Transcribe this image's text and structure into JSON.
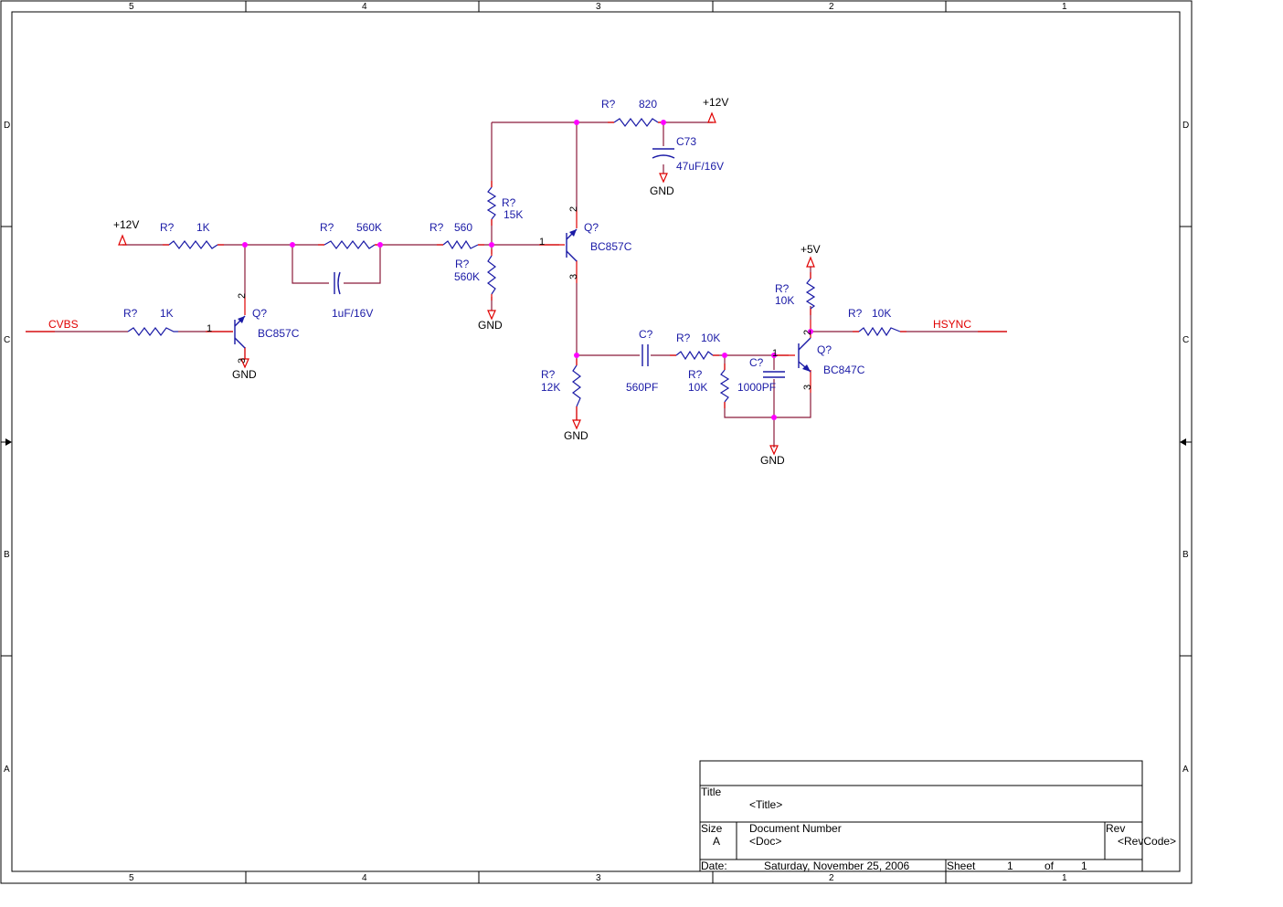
{
  "border": {
    "cols_top": [
      "5",
      "4",
      "3",
      "2",
      "1"
    ],
    "cols_bottom": [
      "5",
      "4",
      "3",
      "2",
      "1"
    ],
    "rows_left": [
      "D",
      "C",
      "B",
      "A"
    ],
    "rows_right": [
      "D",
      "C",
      "B",
      "A"
    ]
  },
  "nets": {
    "cvbs": "CVBS",
    "hsync": "HSYNC",
    "p12v_left": "+12V",
    "p12v_top": "+12V",
    "p5v": "+5V",
    "gnd1": "GND",
    "gnd2": "GND",
    "gnd3": "GND",
    "gnd4": "GND",
    "gnd5": "GND"
  },
  "components": {
    "r1": {
      "ref": "R?",
      "val": "1K"
    },
    "r2": {
      "ref": "R?",
      "val": "560K"
    },
    "r3": {
      "ref": "R?",
      "val": "560"
    },
    "r4": {
      "ref": "R?",
      "val": "15K"
    },
    "r5": {
      "ref": "R?",
      "val": "560K"
    },
    "r6": {
      "ref": "R?",
      "val": "820"
    },
    "r7": {
      "ref": "R?",
      "val": "1K"
    },
    "r8": {
      "ref": "R?",
      "val": "12K"
    },
    "r9": {
      "ref": "R?",
      "val": "10K"
    },
    "r10": {
      "ref": "R?",
      "val": "10K"
    },
    "r11": {
      "ref": "R?",
      "val": "10K"
    },
    "r12": {
      "ref": "R?",
      "val": "10K"
    },
    "c1": {
      "ref": "",
      "val": "1uF/16V"
    },
    "c73": {
      "ref": "C73",
      "val": "47uF/16V"
    },
    "c2": {
      "ref": "C?",
      "val": "560PF"
    },
    "c3": {
      "ref": "C?",
      "val": "1000PF"
    },
    "q1": {
      "ref": "Q?",
      "val": "BC857C"
    },
    "q2": {
      "ref": "Q?",
      "val": "BC857C"
    },
    "q3": {
      "ref": "Q?",
      "val": "BC847C"
    }
  },
  "pins": {
    "one": "1",
    "two": "2",
    "three": "3"
  },
  "title_block": {
    "title_label": "Title",
    "title_value": "<Title>",
    "size_label": "Size",
    "size_value": "A",
    "docnum_label": "Document Number",
    "docnum_value": "<Doc>",
    "rev_label": "Rev",
    "rev_value": "<RevCode>",
    "date_label": "Date:",
    "date_value": "Saturday, November 25, 2006",
    "sheet_label": "Sheet",
    "sheet_num": "1",
    "of_label": "of",
    "sheet_total": "1"
  },
  "colors": {
    "wire": "#8b1a3a",
    "component": "#1a1aa6",
    "pin": "#e00000",
    "junction": "#ff00ff",
    "net_label": "#e00000"
  }
}
